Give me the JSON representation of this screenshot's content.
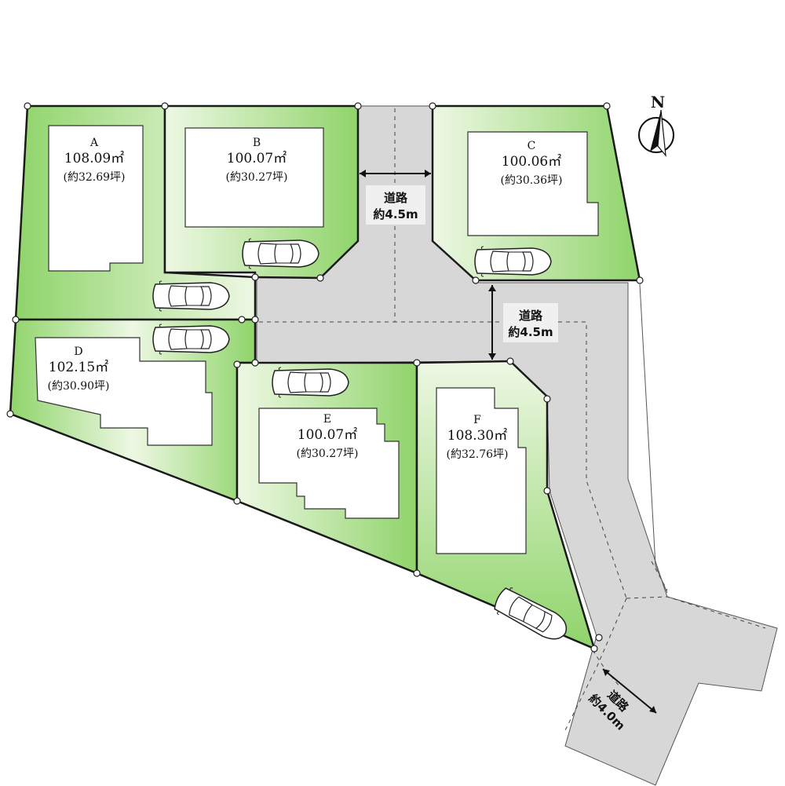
{
  "lots": [
    {
      "id": "a",
      "name": "A",
      "area": "108.09㎡",
      "tsubo": "(約32.69坪)"
    },
    {
      "id": "b",
      "name": "B",
      "area": "100.07㎡",
      "tsubo": "(約30.27坪)"
    },
    {
      "id": "c",
      "name": "C",
      "area": "100.06㎡",
      "tsubo": "(約30.36坪)"
    },
    {
      "id": "d",
      "name": "D",
      "area": "102.15㎡",
      "tsubo": "(約30.90坪)"
    },
    {
      "id": "e",
      "name": "E",
      "area": "100.07㎡",
      "tsubo": "(約30.27坪)"
    },
    {
      "id": "f",
      "name": "F",
      "area": "108.30㎡",
      "tsubo": "(約32.76坪)"
    }
  ],
  "roads": [
    {
      "id": "north",
      "label": "道路",
      "width": "約4.5m"
    },
    {
      "id": "east",
      "label": "道路",
      "width": "約4.5m"
    },
    {
      "id": "south",
      "label": "道路",
      "width": "約4.0m"
    }
  ],
  "compass": {
    "label": "N"
  },
  "colors": {
    "lot_green": "#8fd46a",
    "lot_light": "#eef8e4",
    "road_gray": "#d7d7d7",
    "outline": "#1a1a1a"
  }
}
